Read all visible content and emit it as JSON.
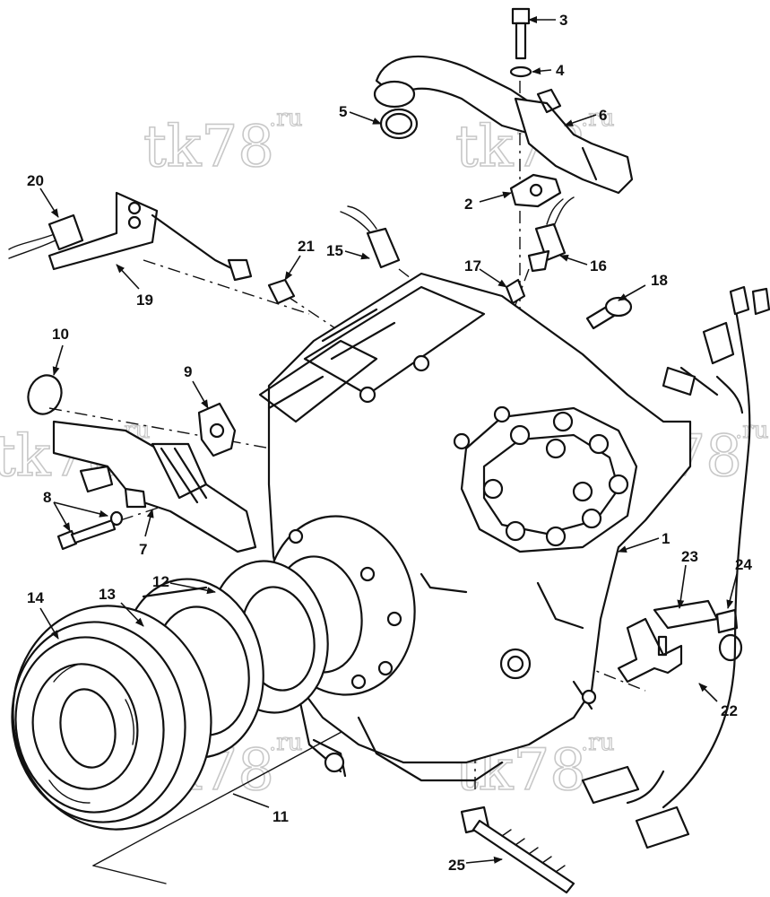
{
  "watermark": {
    "text": "tk78",
    "suffix": ".ru"
  },
  "callouts": {
    "c1": "1",
    "c2": "2",
    "c3": "3",
    "c4": "4",
    "c5": "5",
    "c6": "6",
    "c7": "7",
    "c8": "8",
    "c9": "9",
    "c10": "10",
    "c11": "11",
    "c12": "12",
    "c13": "13",
    "c14": "14",
    "c15": "15",
    "c16": "16",
    "c17": "17",
    "c18": "18",
    "c19": "19",
    "c20": "20",
    "c21": "21",
    "c22": "22",
    "c23": "23",
    "c24": "24",
    "c25": "25"
  }
}
